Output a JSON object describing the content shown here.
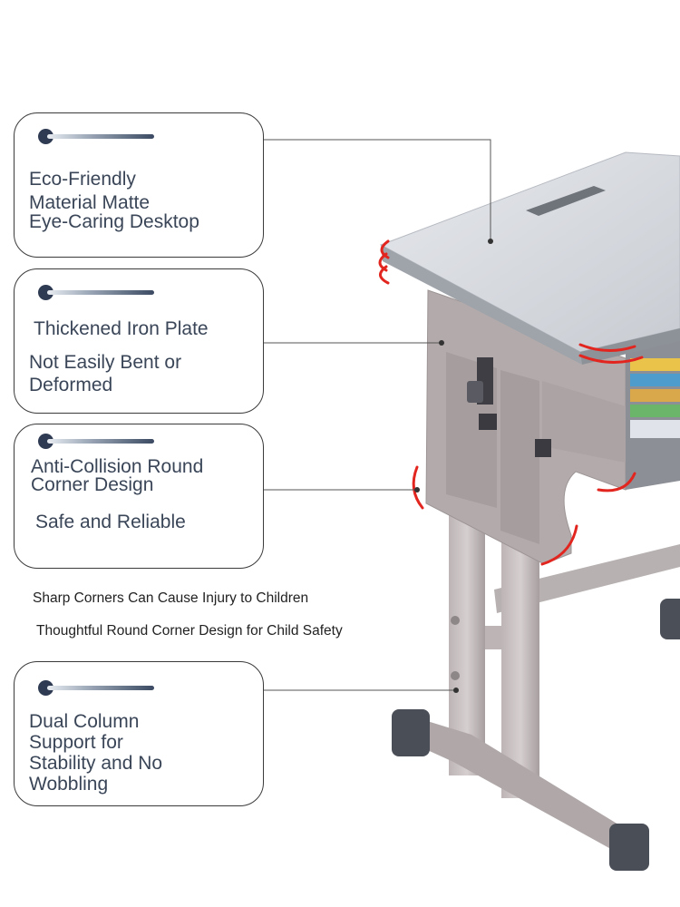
{
  "features": [
    {
      "lines": [
        "Eco-Friendly",
        "Material Matte\nEye-Caring Desktop"
      ]
    },
    {
      "lines": [
        "Thickened Iron Plate",
        "Not Easily Bent or\nDeformed"
      ]
    },
    {
      "lines": [
        "Anti-Collision Round\nCorner Design",
        "Safe and Reliable"
      ]
    },
    {
      "lines": [
        "Dual Column\nSupport for\nStability and No\nWobbling"
      ]
    }
  ],
  "captions": [
    "Sharp Corners Can Cause Injury to Children",
    "Thoughtful Round Corner Design for Child Safety"
  ],
  "colors": {
    "text": "#3a4658",
    "accent": "#2f3b52",
    "highlight": "#e2261f",
    "desk_top": "#d3d6db",
    "frame": "#aaa2a2"
  }
}
